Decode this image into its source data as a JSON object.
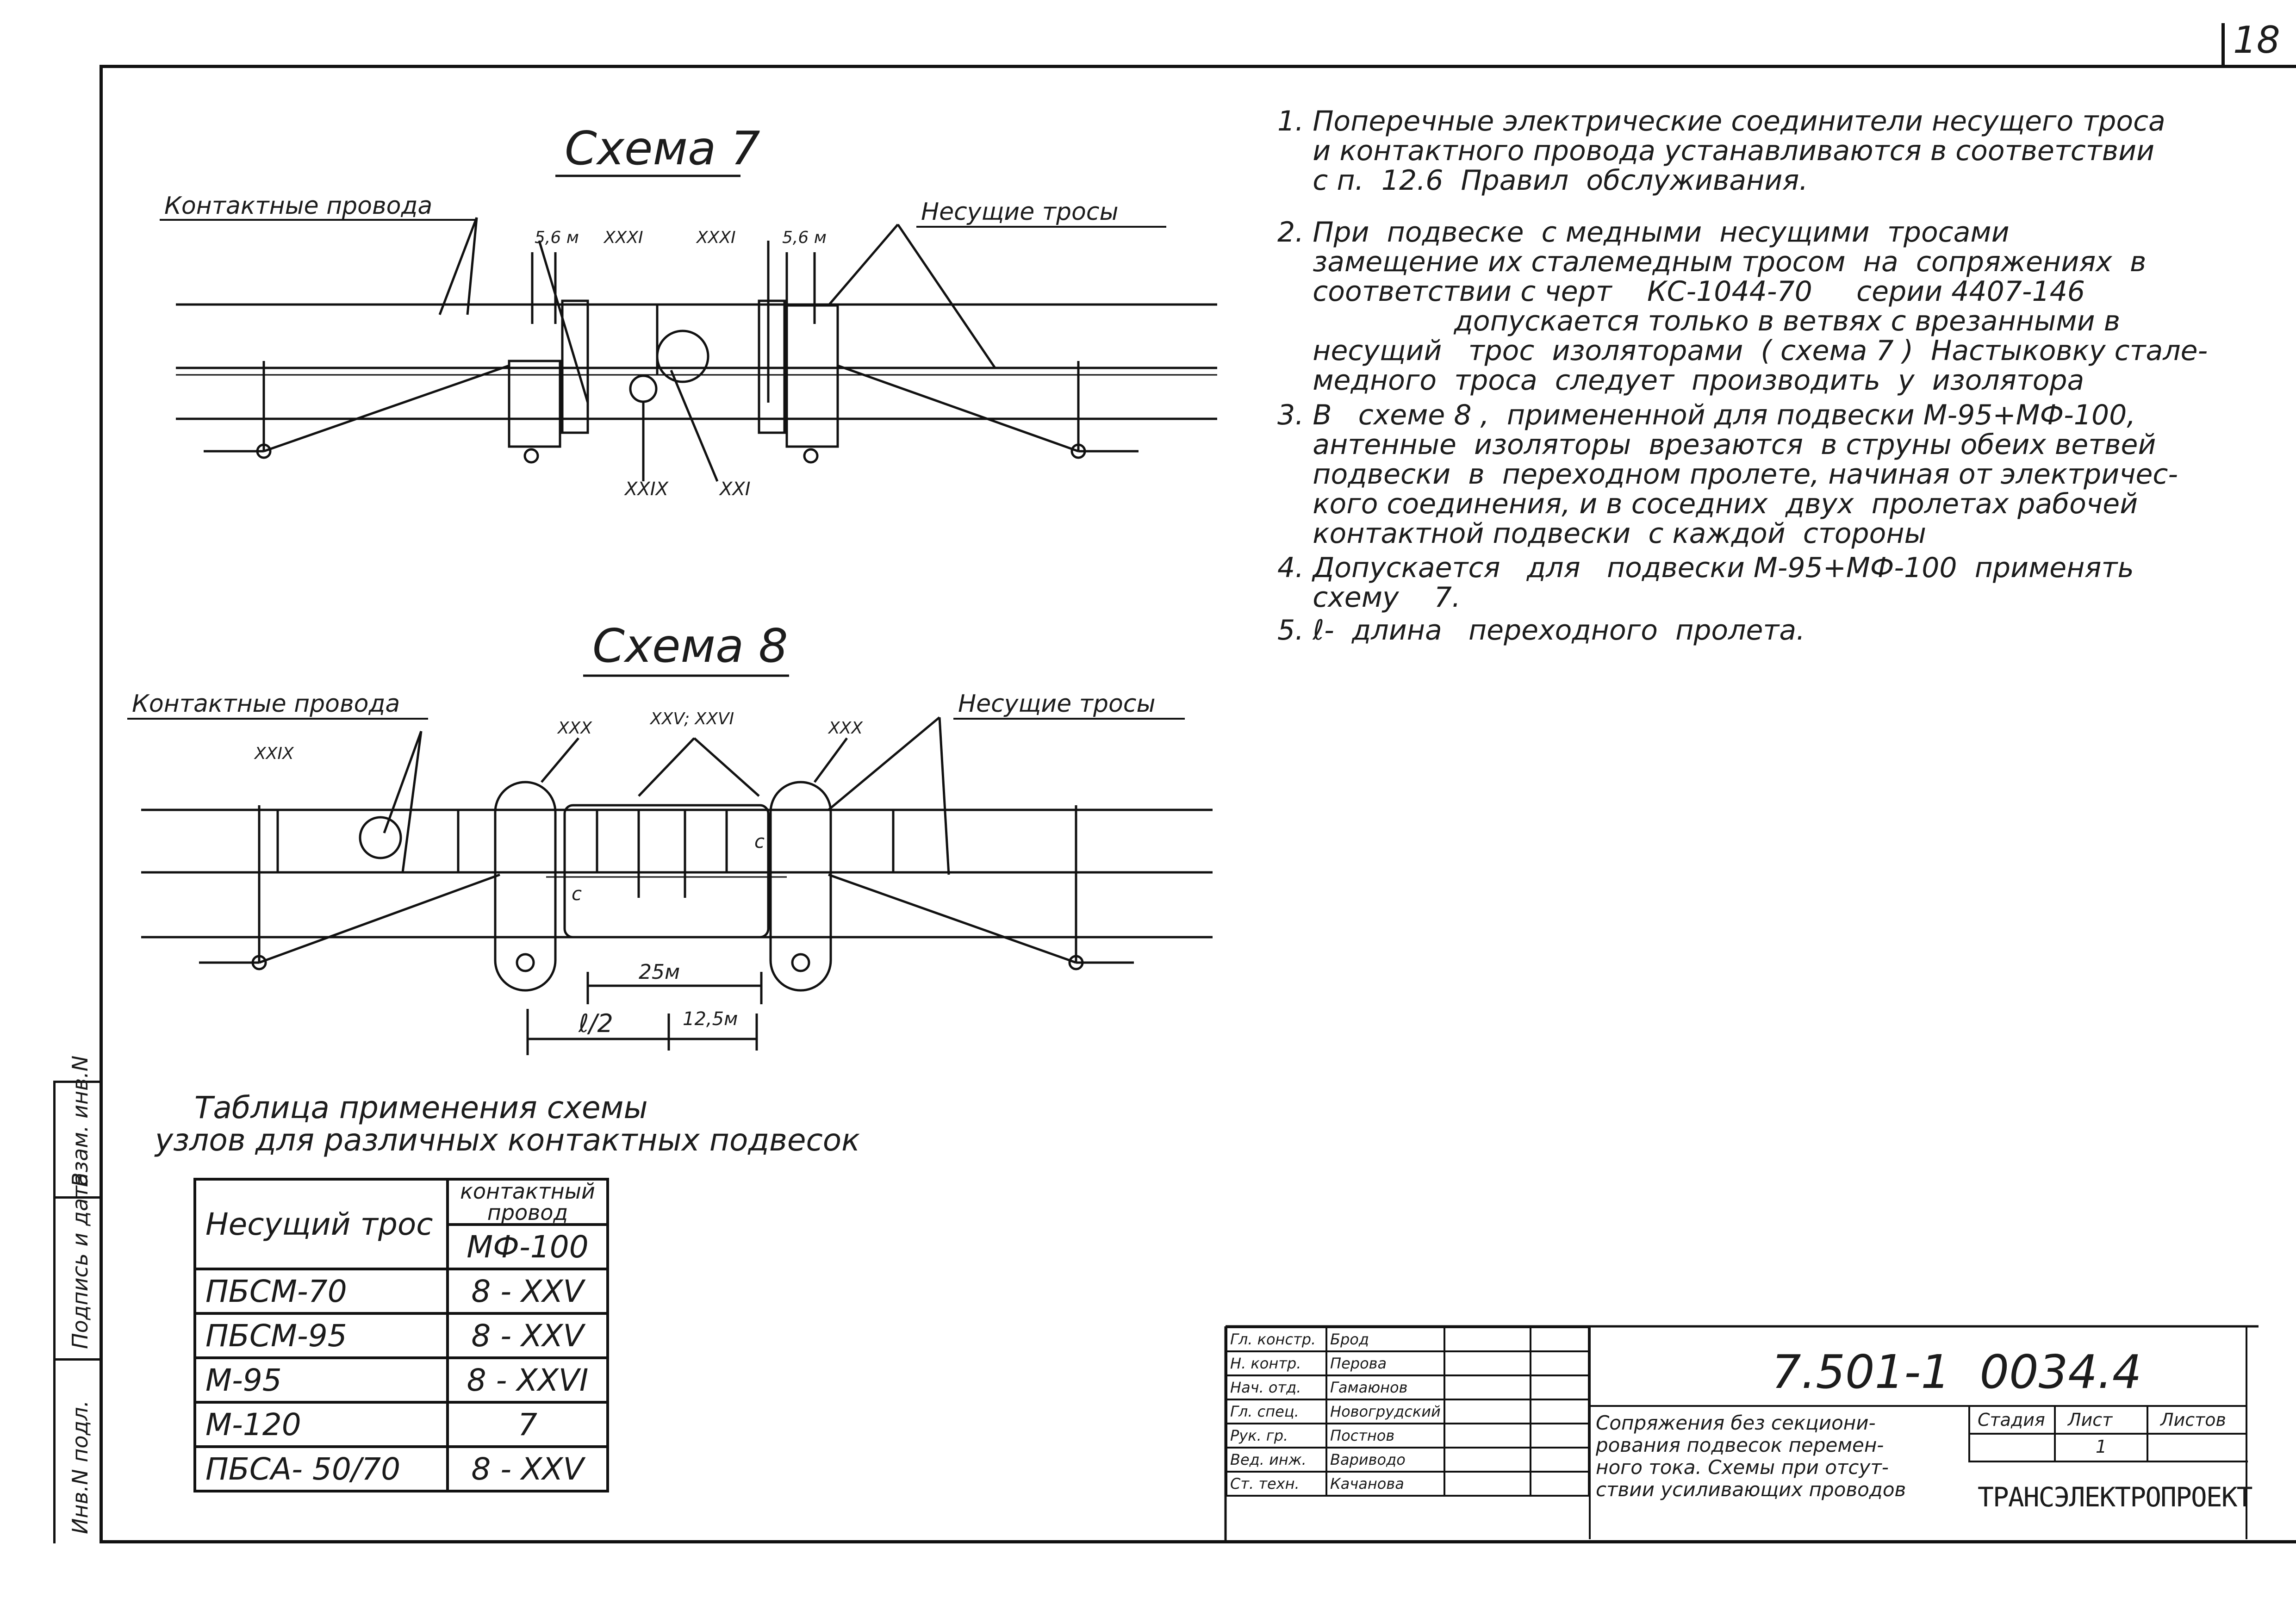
{
  "sheet_number": "18",
  "scheme7": {
    "title": "Схема 7",
    "label_left": "Контактные провода",
    "label_right": "Несущие тросы",
    "dim_left": "5,6 м",
    "dim_right": "5,6 м",
    "callout_xxxi_left": "XXXI",
    "callout_xxxi_right": "XXXI",
    "callout_xxix": "XXIX",
    "callout_xxi": "XXI"
  },
  "scheme8": {
    "title": "Схема 8",
    "label_left": "Контактные провода",
    "label_right": "Несущие тросы",
    "callout_xxix": "XXIX",
    "callout_xxx_left": "XXX",
    "callout_xxx_right": "XXX",
    "callout_xxv_xxvi": "XXV; XXVI",
    "dim_25": "25м",
    "dim_l2": "ℓ/2",
    "dim_12_5": "12,5м",
    "c_label_1": "c",
    "c_label_2": "c"
  },
  "notes": [
    "1. Поперечные электрические соединители несущего троса\n    и контактного провода устанавливаются в соответствии\n    с п.  12.6  Правил  обслуживания.",
    "2. При  подвеске  с медными  несущими  тросами\n    замещение их сталемедным тросом  на  сопряжениях  в\n    соответствии с черт    КС-1044-70     серии 4407-146\n                    допускается только в ветвях с врезанными в\n    несущий   трос  изоляторами  ( схема 7 )  Настыковку стале-\n    медного  троса  следует  производить  у  изолятора",
    "3. В   схеме 8 ,  примененной для подвески М-95+МФ-100,\n    антенные  изоляторы  врезаются  в струны обеих ветвей\n    подвески  в  переходном пролете, начиная от электричес-\n    кого соединения, и в соседних  двух  пролетах рабочей\n    контактной подвески  с каждой  стороны",
    "4. Допускается   для   подвески М-95+МФ-100  применять\n    схему    7.",
    "5. ℓ-  длина   переходного  пролета."
  ],
  "table": {
    "title_line1": "Таблица  применения  схемы",
    "title_line2": "узлов для различных контактных подвесок",
    "header_col1": "Несущий трос",
    "header_col2_top": "контактный провод",
    "header_col2_sub": "МФ-100",
    "rows": [
      {
        "cable": "ПБСМ-70",
        "value": "8 - XXV"
      },
      {
        "cable": "ПБСМ-95",
        "value": "8 - XXV"
      },
      {
        "cable": "М-95",
        "value": "8 - XXVI"
      },
      {
        "cable": "М-120",
        "value": "7"
      },
      {
        "cable": "ПБСА- 50/70",
        "value": "8 - XXV"
      }
    ]
  },
  "stamp": {
    "roles": [
      "Гл. констр.",
      "Н. контр.",
      "Нач. отд.",
      "Гл. спец.",
      "Рук. гр.",
      "Вед. инж.",
      "Ст. техн."
    ],
    "names": [
      "Брод",
      "Перова",
      "Гамаюнов",
      "Новогрудский",
      "Постнов",
      "Вариводо",
      "Качанова"
    ],
    "document_code": "7.501-1  0034.4",
    "title": "Сопряжения без секциони-\nрования подвесок перемен-\nного тока. Схемы при отсут-\nствии усиливающих проводов",
    "stage_label": "Стадия",
    "sheet_label": "Лист",
    "sheets_label": "Листов",
    "stage_value": "",
    "sheet_value": "1",
    "sheets_value": "",
    "organization": "ТРАНСЭЛЕКТРОПРОЕКТ"
  },
  "side_strip": [
    "Инв.N подл.",
    "Подпись и дата",
    "Взам. инв.N"
  ]
}
